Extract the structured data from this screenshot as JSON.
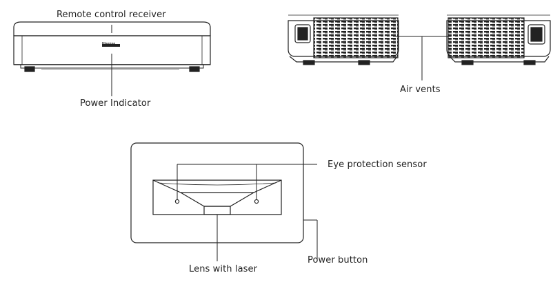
{
  "labels": {
    "remote_receiver": "Remote control receiver",
    "power_indicator": "Power Indicator",
    "air_vents": "Air vents",
    "eye_sensor": "Eye protection sensor",
    "lens": "Lens with laser",
    "power_button": "Power button"
  },
  "brand_logo": "Hisense",
  "colors": {
    "line": "#222222",
    "body": "#ffffff"
  }
}
